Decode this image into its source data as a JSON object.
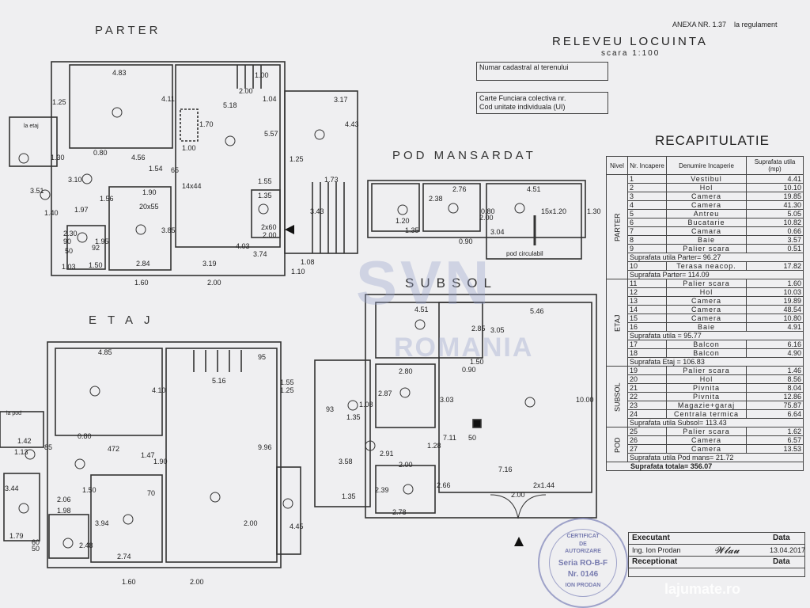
{
  "header": {
    "annex": "ANEXA NR. 1.37",
    "annex_sub": "la regulament",
    "title": "RELEVEU LOCUINTA",
    "scale": "scara 1:100",
    "field_cadastral": "Numar cadastral al terenului",
    "field_cf": "Carte Funciara colectiva nr.",
    "field_cod": "Cod unitate individuala (UI)"
  },
  "plan_labels": {
    "parter": "PARTER",
    "etaj": "ETAJ",
    "pod": "POD MANSARDAT",
    "subsol": "SUBSOL",
    "pod_circulabil": "pod circulabil",
    "la_etaj": "la etaj",
    "la_pod": "la pod"
  },
  "dims_parter": [
    "4.83",
    "5.18",
    "3.17",
    "4.11",
    "1.70",
    "5.57",
    "4.43",
    "4.56",
    "1.54",
    "1.00",
    "1.55",
    "1.25",
    "1.04",
    "2.00",
    "1.00",
    "3.10",
    "3.51",
    "1.97",
    "1.56",
    "20x55",
    "3.85",
    "4.03",
    "3.74",
    "1.35",
    "1.73",
    "3.43",
    "2x60",
    "2.00",
    "14x44",
    "2.30",
    "2.84",
    "3.19",
    "1.08",
    "1.10",
    "1.03",
    "1.60",
    "2.00",
    "1.30",
    "1.40",
    "1.50",
    "1.90",
    "0.80",
    "1.95",
    "1.25",
    "90",
    "50",
    "92",
    "65"
  ],
  "dims_etaj": [
    "4.85",
    "5.16",
    "4.10",
    "9.96",
    "472",
    "1.47",
    "1.90",
    "2.06",
    "1.98",
    "2.48",
    "3.94",
    "2.74",
    "3.44",
    "1.79",
    "1.42",
    "1.13",
    "4.45",
    "2.00",
    "1.55",
    "1.25",
    "1.60",
    "2.00",
    "85",
    "70",
    "60",
    "50",
    "1.50",
    "0.80",
    "95"
  ],
  "dims_pod": [
    "2.38",
    "2.76",
    "4.51",
    "15x1.20",
    "3.04",
    "1.30",
    "2.00",
    "1.35",
    "1.20",
    "0.80",
    "0.90"
  ],
  "dims_subsol": [
    "4.51",
    "5.46",
    "2.85",
    "3.05",
    "2.80",
    "2.87",
    "3.03",
    "7.11",
    "10.00",
    "7.16",
    "2.91",
    "1.28",
    "3.58",
    "1.35",
    "2.39",
    "2.66",
    "2.78",
    "93",
    "1.08",
    "1.35",
    "50",
    "2x1.44",
    "2.00",
    "2.00",
    "0.90",
    "1.50"
  ],
  "recap": {
    "title": "RECAPITULATIE",
    "col_nivel": "Nivel",
    "col_nr": "Nr. Incapere",
    "col_den": "Denumire Incaperie",
    "col_sup": "Suprafata utila (mp)",
    "groups": [
      {
        "name": "PARTER",
        "rows": [
          {
            "nr": "1",
            "den": "Vestibul",
            "sup": "4.41"
          },
          {
            "nr": "2",
            "den": "Hol",
            "sup": "10.10"
          },
          {
            "nr": "3",
            "den": "Camera",
            "sup": "19.85"
          },
          {
            "nr": "4",
            "den": "Camera",
            "sup": "41.30"
          },
          {
            "nr": "5",
            "den": "Antreu",
            "sup": "5.05"
          },
          {
            "nr": "6",
            "den": "Bucatarie",
            "sup": "10.82"
          },
          {
            "nr": "7",
            "den": "Camara",
            "sup": "0.66"
          },
          {
            "nr": "8",
            "den": "Baie",
            "sup": "3.57"
          },
          {
            "nr": "9",
            "den": "Palier scara",
            "sup": "0.51"
          }
        ],
        "sum1": "Suprafata utila Parter= 96.27",
        "extra": [
          {
            "nr": "10",
            "den": "Terasa neacop.",
            "sup": "17.82"
          }
        ],
        "sum2": "Suprafata Parter= 114.09"
      },
      {
        "name": "ETAJ",
        "rows": [
          {
            "nr": "11",
            "den": "Palier scara",
            "sup": "1.60"
          },
          {
            "nr": "12",
            "den": "Hol",
            "sup": "10.03"
          },
          {
            "nr": "13",
            "den": "Camera",
            "sup": "19.89"
          },
          {
            "nr": "14",
            "den": "Camera",
            "sup": "48.54"
          },
          {
            "nr": "15",
            "den": "Camera",
            "sup": "10.80"
          },
          {
            "nr": "16",
            "den": "Baie",
            "sup": "4.91"
          }
        ],
        "sum1": "Suprafata utila = 95.77",
        "extra": [
          {
            "nr": "17",
            "den": "Balcon",
            "sup": "6.16"
          },
          {
            "nr": "18",
            "den": "Balcon",
            "sup": "4.90"
          }
        ],
        "sum2": "Suprafata Etaj = 106.83"
      },
      {
        "name": "SUBSOL",
        "rows": [
          {
            "nr": "19",
            "den": "Palier scara",
            "sup": "1.46"
          },
          {
            "nr": "20",
            "den": "Hol",
            "sup": "8.56"
          },
          {
            "nr": "21",
            "den": "Pivnita",
            "sup": "8.04"
          },
          {
            "nr": "22",
            "den": "Pivnita",
            "sup": "12.86"
          },
          {
            "nr": "23",
            "den": "Magazie+garaj",
            "sup": "75.87"
          },
          {
            "nr": "24",
            "den": "Centrala termica",
            "sup": "6.64"
          }
        ],
        "sum1": "Suprafata utila Subsol= 113.43",
        "extra": [],
        "sum2": ""
      },
      {
        "name": "POD",
        "rows": [
          {
            "nr": "25",
            "den": "Palier scara",
            "sup": "1.62"
          },
          {
            "nr": "26",
            "den": "Camera",
            "sup": "6.57"
          },
          {
            "nr": "27",
            "den": "Camera",
            "sup": "13.53"
          }
        ],
        "sum1": "Suprafata utila Pod mans= 21.72",
        "extra": [],
        "sum2": ""
      }
    ],
    "total": "Suprafata totala= 356.07"
  },
  "executant": {
    "label": "Executant",
    "data_label": "Data",
    "name": "Ing. Ion Prodan",
    "date": "13.04.2017",
    "receptionat": "Receptionat",
    "data_label2": "Data"
  },
  "stamp": {
    "l1": "CERTIFICAT",
    "l2": "DE",
    "l3": "AUTORIZARE",
    "l4": "Seria RO-B-F",
    "l5": "Nr. 0146",
    "l6": "ION PRODAN"
  },
  "watermark": {
    "brand": "SVN",
    "sub": "ROMANIA",
    "site": "lajumate.ro"
  },
  "colors": {
    "line": "#333333",
    "stamp": "#8a8fbf",
    "paper": "#efeff1"
  }
}
